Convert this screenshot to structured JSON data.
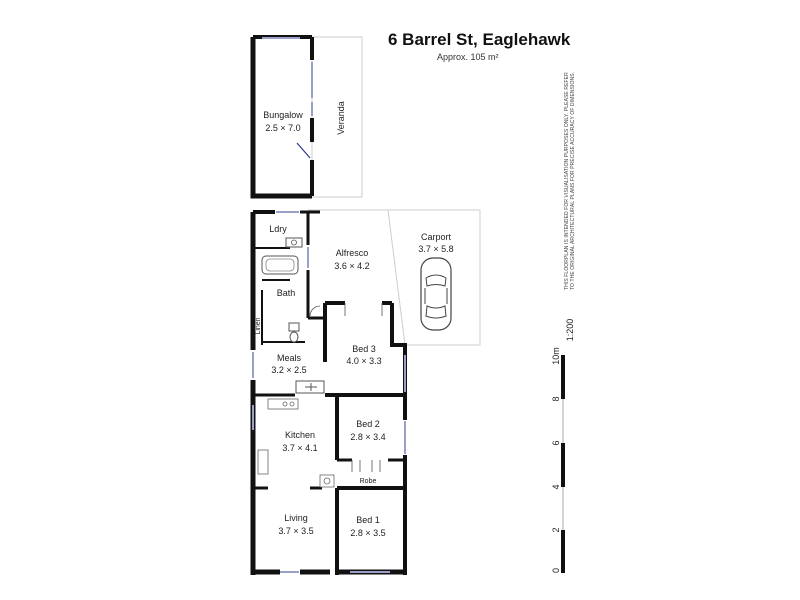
{
  "header": {
    "address": "6 Barrel St, Eaglehawk",
    "area": "Approx. 105 m²"
  },
  "disclaimer": "THIS FLOORPLAN IS INTENDED FOR VISUALISATION PURPOSES ONLY. PLEASE REFER TO THE ORIGINAL ARCHITECTURAL PLANS FOR PRECISE ACCURACY OF DIMENSIONS.",
  "rooms": {
    "bungalow": {
      "name": "Bungalow",
      "dims": "2.5 × 7.0"
    },
    "veranda": {
      "name": "Veranda"
    },
    "ldry": {
      "name": "Ldry"
    },
    "alfresco": {
      "name": "Alfresco",
      "dims": "3.6 × 4.2"
    },
    "carport": {
      "name": "Carport",
      "dims": "3.7 × 5.8"
    },
    "bath": {
      "name": "Bath"
    },
    "linen": {
      "name": "Linen"
    },
    "bed3": {
      "name": "Bed 3",
      "dims": "4.0 × 3.3"
    },
    "meals": {
      "name": "Meals",
      "dims": "3.2 × 2.5"
    },
    "kitchen": {
      "name": "Kitchen",
      "dims": "3.7 × 4.1"
    },
    "bed2": {
      "name": "Bed 2",
      "dims": "2.8 × 3.4"
    },
    "robe": {
      "name": "Robe"
    },
    "living": {
      "name": "Living",
      "dims": "3.7 × 3.5"
    },
    "bed1": {
      "name": "Bed 1",
      "dims": "2.8 × 3.5"
    }
  },
  "scale": {
    "ratio": "1:200",
    "unit_label": "10m",
    "ticks": [
      "0",
      "2",
      "4",
      "6",
      "8"
    ]
  },
  "colors": {
    "wall": "#111111",
    "window": "#9aa0c8",
    "outline": "#cccccc"
  },
  "icons": [
    "car-icon",
    "bathtub-icon",
    "toilet-icon",
    "sink-icon",
    "stove-icon"
  ]
}
